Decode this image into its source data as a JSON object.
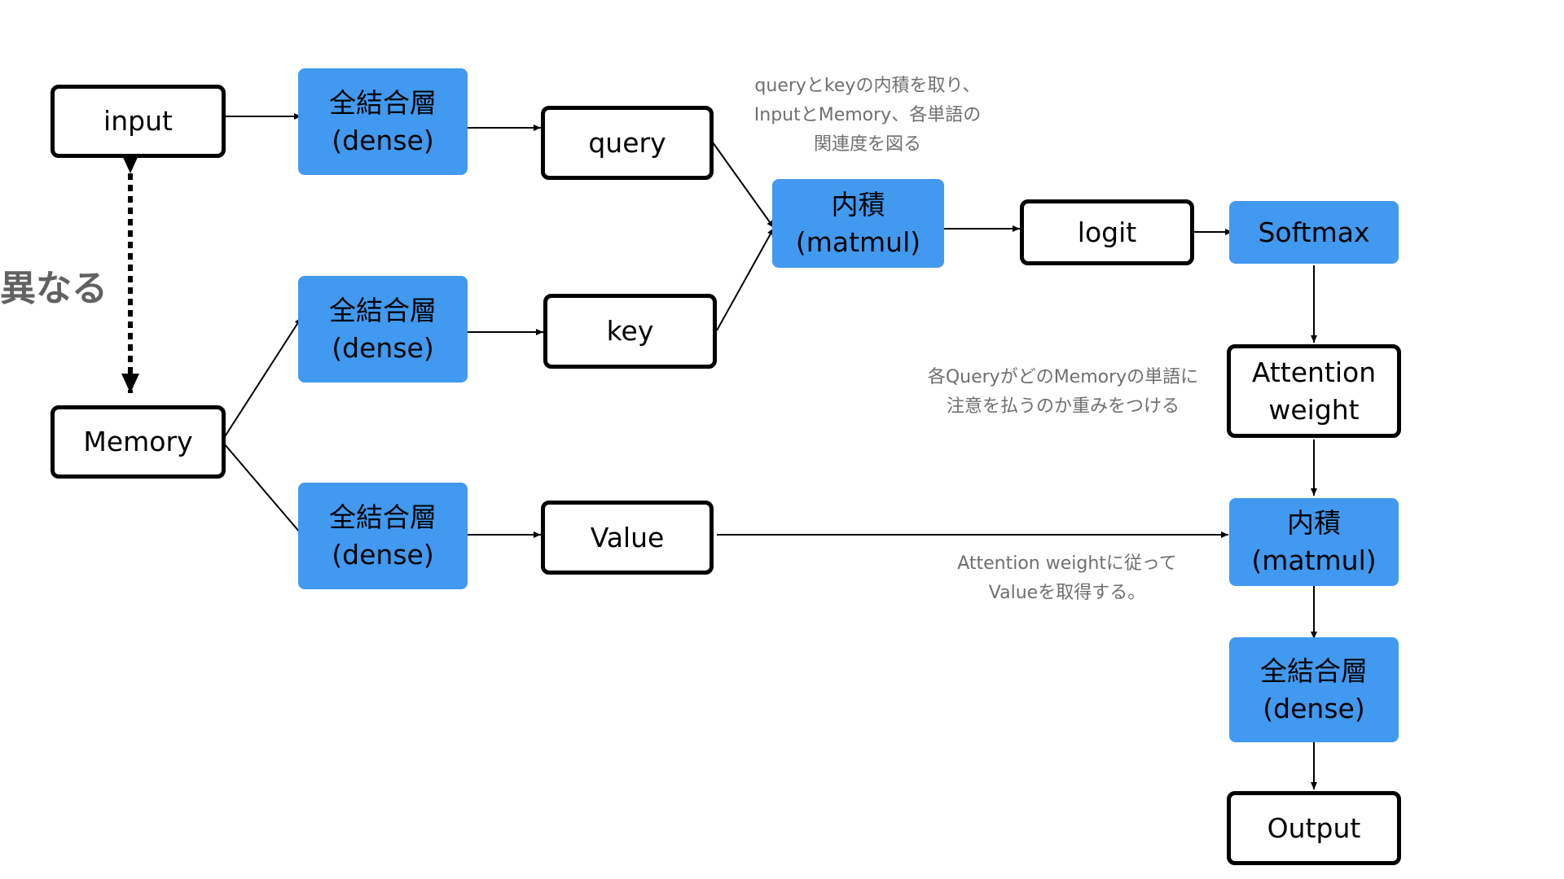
{
  "nodes": {
    "input": "input",
    "memory": "Memory",
    "dense_query": {
      "line1": "全結合層",
      "line2": "(dense)"
    },
    "dense_key": {
      "line1": "全結合層",
      "line2": "(dense)"
    },
    "dense_value": {
      "line1": "全結合層",
      "line2": "(dense)"
    },
    "query": "query",
    "key": "key",
    "value": "Value",
    "matmul_1": {
      "line1": "内積",
      "line2": "(matmul)"
    },
    "logit": "logit",
    "softmax": "Softmax",
    "attention_weight": {
      "line1": "Attention",
      "line2": "weight"
    },
    "matmul_2": {
      "line1": "内積",
      "line2": "(matmul)"
    },
    "dense_out": {
      "line1": "全結合層",
      "line2": "(dense)"
    },
    "output": "Output"
  },
  "labels": {
    "different": "異なる"
  },
  "notes": {
    "query_key": [
      "queryとkeyの内積を取り、",
      "InputとMemory、各単語の",
      "関連度を図る"
    ],
    "attention": [
      "各QueryがどのMemoryの単語に",
      "注意を払うのか重みをつける"
    ],
    "value": [
      "Attention weightに従って",
      "Valueを取得する。"
    ]
  },
  "colors": {
    "block_fill": "#4199f0",
    "block_outline": "#000000",
    "note_text": "#6f6f6f",
    "label_text": "#616161"
  }
}
